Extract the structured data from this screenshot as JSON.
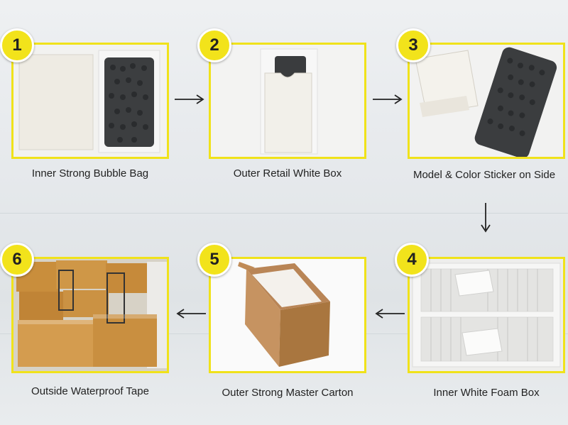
{
  "steps": [
    {
      "number": "1",
      "caption": "Inner Strong Bubble Bag"
    },
    {
      "number": "2",
      "caption": "Outer Retail White Box"
    },
    {
      "number": "3",
      "caption": "Model & Color Sticker on Side"
    },
    {
      "number": "4",
      "caption": "Inner White Foam Box"
    },
    {
      "number": "5",
      "caption": "Outer Strong Master Carton"
    },
    {
      "number": "6",
      "caption": "Outside Waterproof Tape"
    }
  ],
  "colors": {
    "frame_border": "#f0e21a",
    "badge_fill": "#f2e31b",
    "arrow": "#222222"
  }
}
